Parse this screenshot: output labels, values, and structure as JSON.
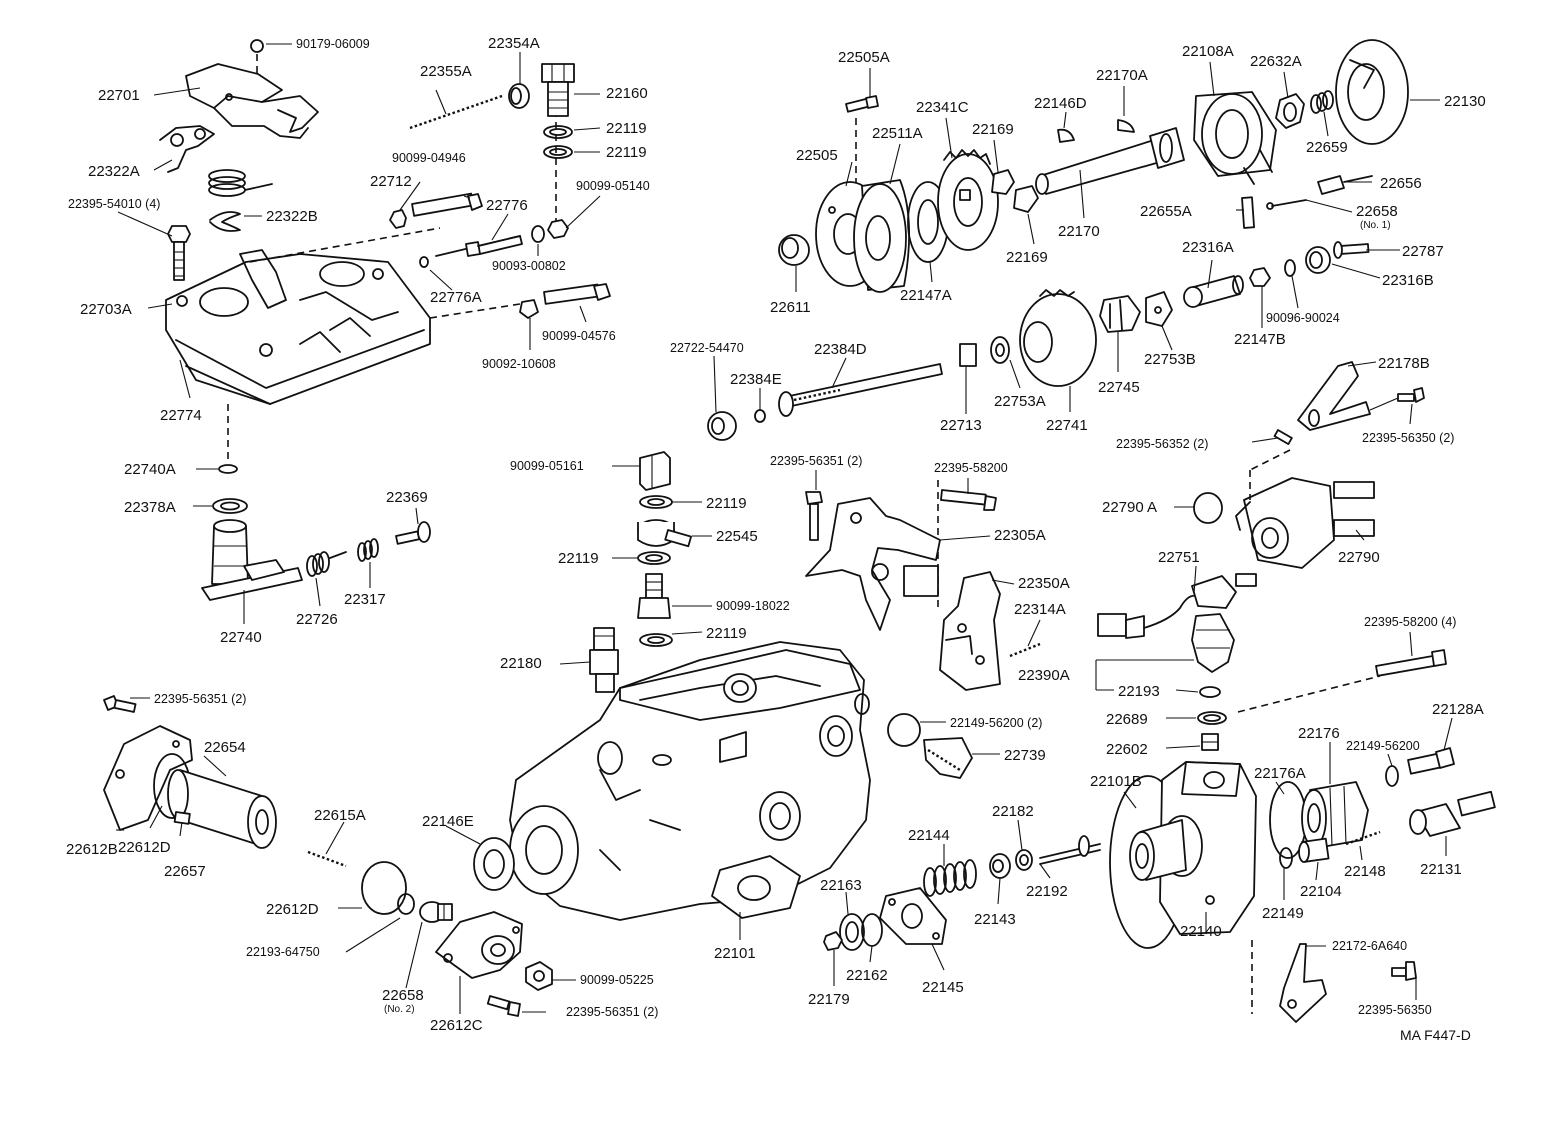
{
  "diagram": {
    "reference": "MA  F447-D",
    "colors": {
      "ink": "#111111",
      "paper": "#ffffff"
    },
    "labels": {
      "p90179_06009": "90179-06009",
      "p22354A": "22354A",
      "p22701": "22701",
      "p22355A": "22355A",
      "p22160": "22160",
      "p22119_a": "22119",
      "p22119_b": "22119",
      "p22322A": "22322A",
      "p90099_04946": "90099-04946",
      "p90099_05140": "90099-05140",
      "p22395_54010": "22395-54010 (4)",
      "p22712": "22712",
      "p22776": "22776",
      "p22322B": "22322B",
      "p90093_00802": "90093-00802",
      "p22703A": "22703A",
      "p22776A": "22776A",
      "p90099_04576": "90099-04576",
      "p90092_10608": "90092-10608",
      "p22774": "22774",
      "p22740A": "22740A",
      "p22378A": "22378A",
      "p22369": "22369",
      "p22317": "22317",
      "p22726": "22726",
      "p22740": "22740",
      "p22505A": "22505A",
      "p22505": "22505",
      "p22511A": "22511A",
      "p22341C": "22341C",
      "p22169_a": "22169",
      "p22146D": "22146D",
      "p22170A": "22170A",
      "p22108A": "22108A",
      "p22632A": "22632A",
      "p22130": "22130",
      "p22659": "22659",
      "p22170": "22170",
      "p22169_b": "22169",
      "p22611": "22611",
      "p22147A": "22147A",
      "p22656": "22656",
      "p22655A": "22655A",
      "p22658_1": "22658",
      "p22658_1_note": "(No. 1)",
      "p22787": "22787",
      "p22316A": "22316A",
      "p22316B": "22316B",
      "p90096_90024": "90096-90024",
      "p22147B": "22147B",
      "p22753B": "22753B",
      "p22745": "22745",
      "p22741": "22741",
      "p22753A": "22753A",
      "p22713": "22713",
      "p22722_54470": "22722-54470",
      "p22384D": "22384D",
      "p22384E": "22384E",
      "p22178B": "22178B",
      "p22395_56352": "22395-56352 (2)",
      "p22395_56350_2": "22395-56350 (2)",
      "p90099_05161": "90099-05161",
      "p22119_c": "22119",
      "p22545": "22545",
      "p22119_d": "22119",
      "p90099_18022": "90099-18022",
      "p22119_e": "22119",
      "p22180": "22180",
      "p22395_56351_a": "22395-56351 (2)",
      "p22395_58200": "22395-58200",
      "p22305A": "22305A",
      "p22350A": "22350A",
      "p22314A": "22314A",
      "p22790A": "22790 A",
      "p22790": "22790",
      "p22751": "22751",
      "p22390A": "22390A",
      "p22193": "22193",
      "p22395_58200_4": "22395-58200 (4)",
      "p22689": "22689",
      "p22602": "22602",
      "p22128A": "22128A",
      "p22149_56200_2": "22149-56200 (2)",
      "p22739": "22739",
      "p22395_56351_b": "22395-56351 (2)",
      "p22654": "22654",
      "p22612B": "22612B",
      "p22612D_a": "22612D",
      "p22657": "22657",
      "p22615A": "22615A",
      "p22146E": "22146E",
      "p22612D_b": "22612D",
      "p22193_64750": "22193-64750",
      "p22658_2": "22658",
      "p22658_2_note": "(No. 2)",
      "p22612C": "22612C",
      "p90099_05225": "90099-05225",
      "p22395_56351_c": "22395-56351 (2)",
      "p22101": "22101",
      "p22144": "22144",
      "p22182": "22182",
      "p22163": "22163",
      "p22192": "22192",
      "p22143": "22143",
      "p22162": "22162",
      "p22145": "22145",
      "p22179": "22179",
      "p22101B": "22101B",
      "p22176A": "22176A",
      "p22176": "22176",
      "p22149_56200": "22149-56200",
      "p22140": "22140",
      "p22148": "22148",
      "p22104": "22104",
      "p22149": "22149",
      "p22131": "22131",
      "p22172_6A640": "22172-6A640",
      "p22395_56350": "22395-56350"
    }
  }
}
